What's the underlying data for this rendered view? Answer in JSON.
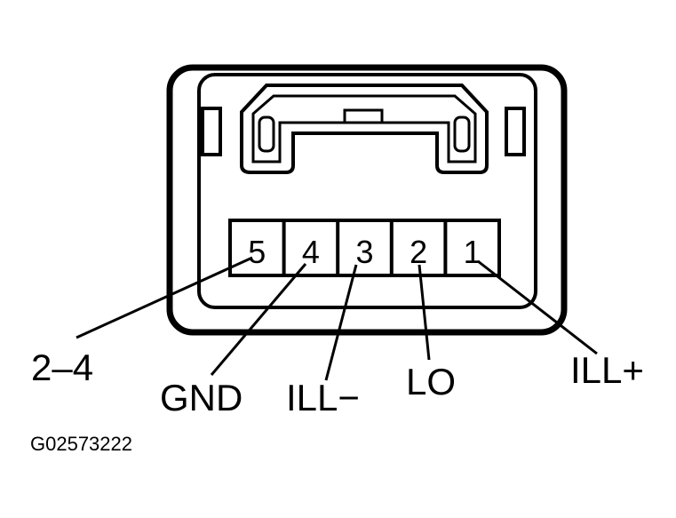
{
  "connector": {
    "pins": [
      {
        "number": "5",
        "label": "2–4"
      },
      {
        "number": "4",
        "label": "GND"
      },
      {
        "number": "3",
        "label": "ILL−"
      },
      {
        "number": "2",
        "label": "LO"
      },
      {
        "number": "1",
        "label": "ILL+"
      }
    ]
  },
  "figure_id": "G02573222"
}
